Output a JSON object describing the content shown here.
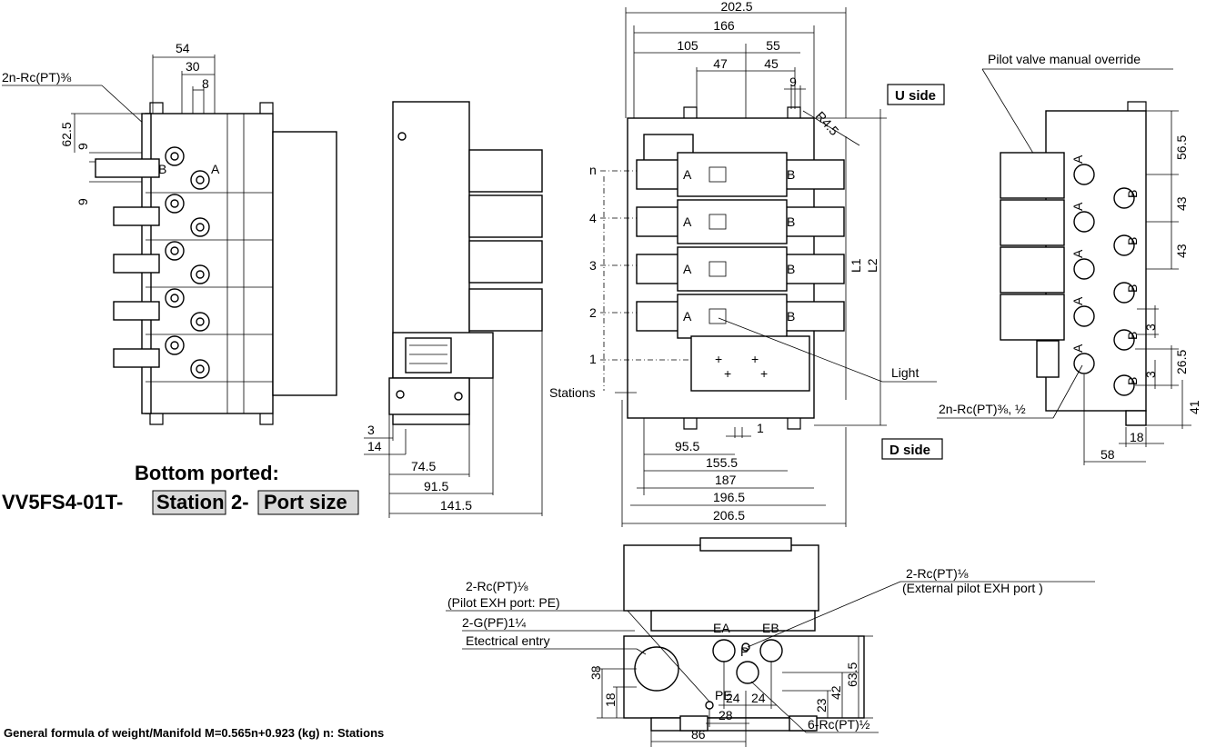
{
  "views": {
    "left": {
      "dims": {
        "d54": "54",
        "d30": "30",
        "d8": "8",
        "d62_5": "62.5",
        "d9a": "9",
        "d9b": "9"
      },
      "port_note": "2n-Rc(PT)⅜",
      "station_label_b": "B",
      "station_label_a": "A"
    },
    "side": {
      "dims": {
        "d3": "3",
        "d14": "14",
        "d74_5": "74.5",
        "d91_5": "91.5",
        "d141_5": "141.5"
      }
    },
    "front": {
      "dims": {
        "d202_5": "202.5",
        "d166": "166",
        "d105": "105",
        "d55": "55",
        "d47": "47",
        "d45": "45",
        "d9": "9",
        "r4_5": "R4.5",
        "L1": "L1",
        "L2": "L2",
        "d1": "1",
        "d95_5": "95.5",
        "d155_5": "155.5",
        "d187": "187",
        "d196_5": "196.5",
        "d206_5": "206.5"
      },
      "stations": [
        "n",
        "4",
        "3",
        "2",
        "1"
      ],
      "stations_label": "Stations",
      "light_label": "Light",
      "u_side": "U side",
      "d_side": "D side"
    },
    "right": {
      "override_label": "Pilot valve manual override",
      "dims": {
        "d56_5": "56.5",
        "d43a": "43",
        "d43b": "43",
        "d3a": "3",
        "d26_5": "26.5",
        "d3b": "3",
        "d41": "41",
        "d18": "18",
        "d58": "58"
      },
      "port_note": "2n-Rc(PT)⅜, ½"
    },
    "bottom": {
      "ext_pilot_port": "2-Rc(PT)⅛",
      "ext_pilot_desc": "(External pilot EXH port )",
      "pilot_exh_port": "2-Rc(PT)⅛",
      "pilot_exh_desc": "(Pilot EXH port: PE)",
      "elec_port": "2-G(PF)1¼",
      "elec_desc": "Etectrical entry",
      "p_port": "6-Rc(PT)½",
      "labels": {
        "EA": "EA",
        "EB": "EB",
        "P": "P",
        "PE": "PE"
      },
      "dims": {
        "d38": "38",
        "d18": "18",
        "d23": "23",
        "d42": "42",
        "d63_5": "63.5",
        "d24a": "24",
        "d24b": "24",
        "d28": "28",
        "d86": "86"
      }
    }
  },
  "title": {
    "line1": "Bottom ported:",
    "model_prefix": "VV5FS4-01T-",
    "station_box": "Station",
    "mid": "2-",
    "port_box": "Port size"
  },
  "footer": "General formula of weight/Manifold   M=0.565n+0.923 (kg)   n: Stations"
}
